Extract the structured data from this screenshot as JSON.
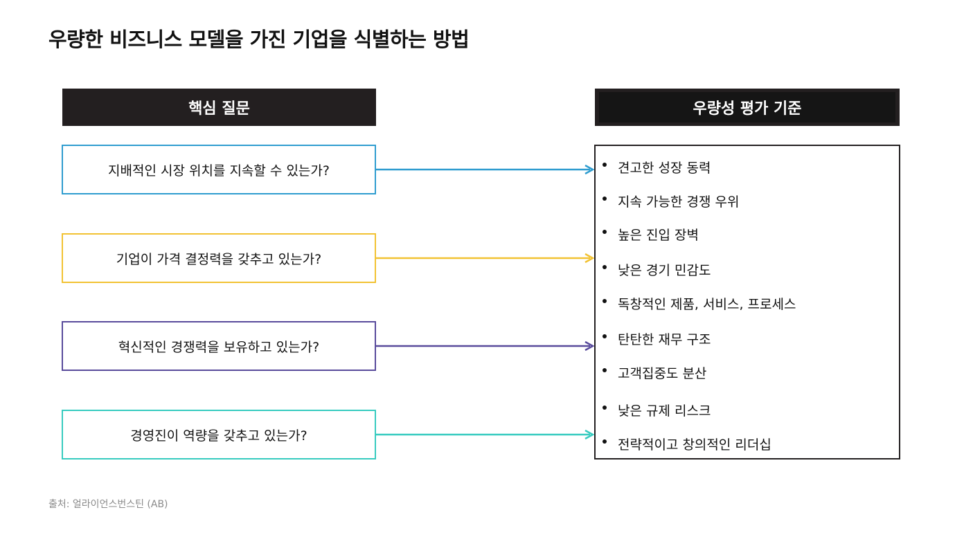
{
  "title": "우량한 비즈니스 모델을 가진 기업을 식별하는 방법",
  "headers": {
    "left": "핵심 질문",
    "right": "우량성 평가 기준"
  },
  "questions": [
    {
      "text": "지배적인 시장 위치를 지속할 수 있는가?",
      "color": "#2e9ccf"
    },
    {
      "text": "기업이 가격 결정력을 갖추고 있는가?",
      "color": "#f2c232"
    },
    {
      "text": "혁신적인 경쟁력을 보유하고 있는가?",
      "color": "#584a9b"
    },
    {
      "text": "경영진이 역량을 갖추고 있는가?",
      "color": "#36cbbf"
    }
  ],
  "criteria": [
    "견고한 성장 동력",
    "지속 가능한 경쟁 우위",
    "높은 진입 장벽",
    "낮은 경기 민감도",
    "독창적인 제품, 서비스, 프로세스",
    "탄탄한 재무 구조",
    "고객집중도 분산",
    "낮은 규제 리스크",
    "전략적이고 창의적인 리더십"
  ],
  "source": "출처: 얼라이언스번스틴 (AB)"
}
